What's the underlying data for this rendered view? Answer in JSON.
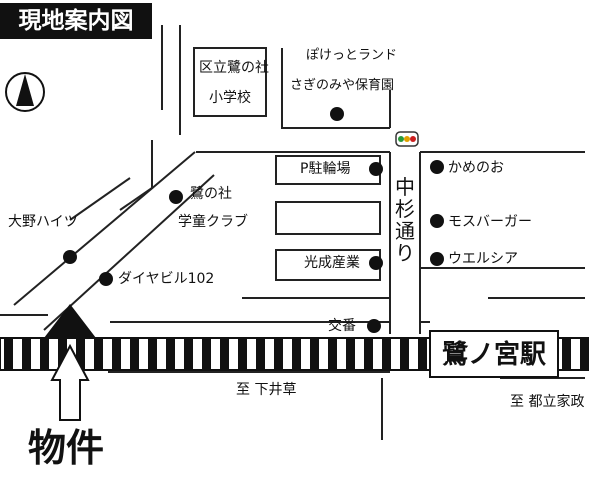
{
  "map": {
    "title": "現地案内図",
    "target_label": "物件",
    "station": "鷺ノ宮駅",
    "street_name": "中杉通り",
    "direction_left": "至 下井草",
    "direction_right": "至 都立家政",
    "compass_icon": "north-arrow-icon",
    "landmarks": {
      "school_line1": "区立鷺の社",
      "school_line2": "小学校",
      "nursery_line1": "ぽけっとランド",
      "nursery_line2": "さぎのみや保育園",
      "bike_parking": "P駐輪場",
      "kamenoo": "かめのお",
      "club_line1": "鷺の社",
      "club_line2": "学童クラブ",
      "mos": "モスバーガー",
      "oono": "大野ハイツ",
      "welcia": "ウエルシア",
      "kosei": "光成産業",
      "daiya": "ダイヤビル102",
      "koban": "交番"
    }
  }
}
